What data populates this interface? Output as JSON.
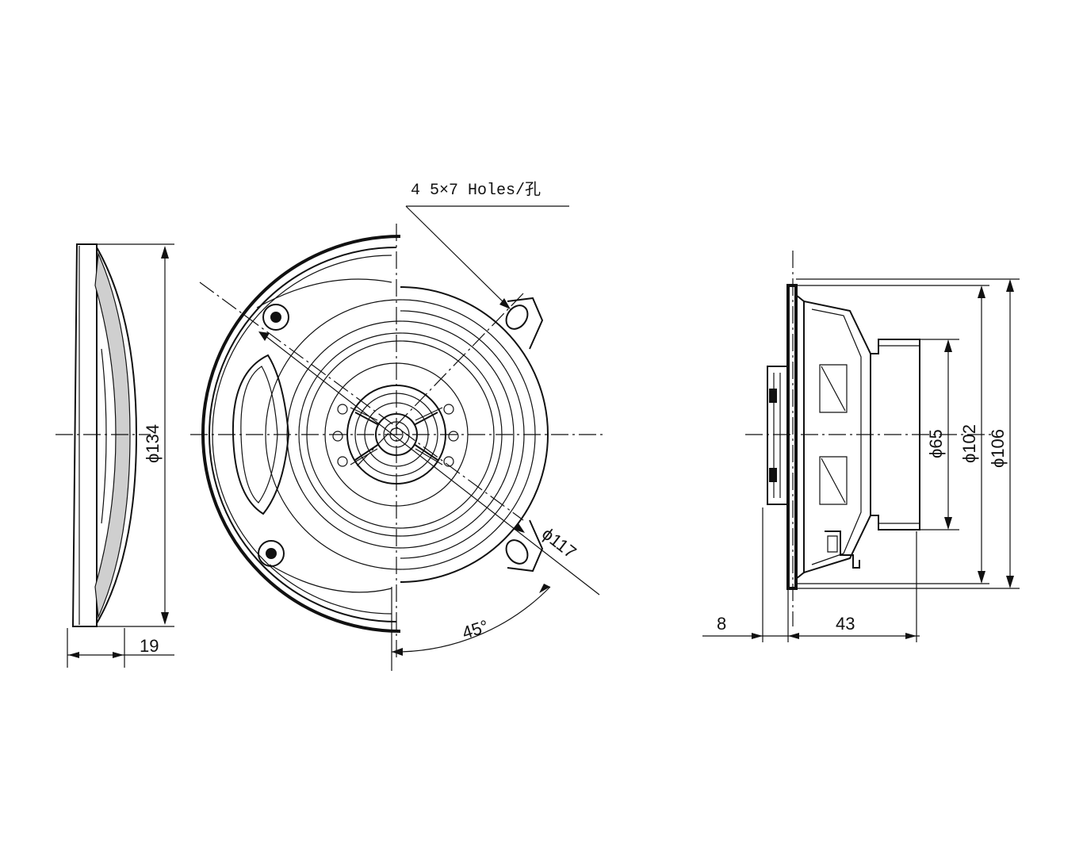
{
  "drawing": {
    "side_profile": {
      "diameter_label": "ϕ134",
      "depth_label": "19"
    },
    "front_view": {
      "holes_label": "4 5×7 Holes/孔",
      "pcd_label": "ϕ117",
      "angle_label": "45°"
    },
    "side_view": {
      "magnet_diameter_label": "ϕ65",
      "basket_diameter_label": "ϕ102",
      "cutout_diameter_label": "ϕ106",
      "front_depth_label": "8",
      "mounting_depth_label": "43"
    }
  }
}
